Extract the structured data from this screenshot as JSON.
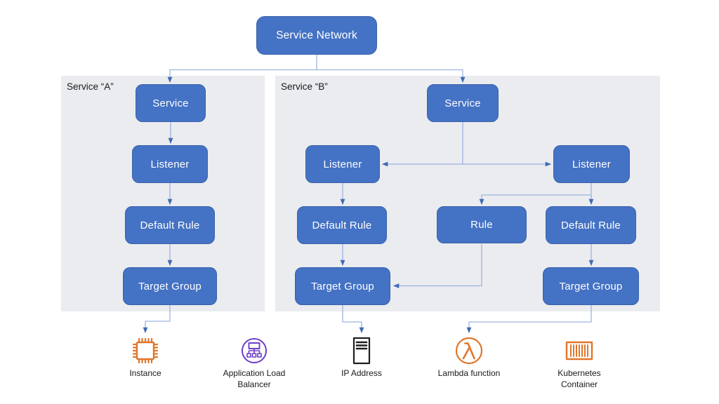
{
  "root": {
    "label": "Service Network"
  },
  "panel_a": {
    "label": "Service “A”",
    "nodes": {
      "service": "Service",
      "listener": "Listener",
      "default_rule": "Default Rule",
      "target_group": "Target Group"
    }
  },
  "panel_b": {
    "label": "Service “B”",
    "nodes": {
      "service": "Service",
      "listener_left": "Listener",
      "listener_right": "Listener",
      "default_rule_left": "Default Rule",
      "rule": "Rule",
      "default_rule_right": "Default Rule",
      "target_group_left": "Target Group",
      "target_group_right": "Target Group"
    }
  },
  "targets": {
    "instance": {
      "icon": "ec2-instance-icon",
      "label": "Instance"
    },
    "alb": {
      "icon": "application-load-balancer-icon",
      "label": "Application Load Balancer"
    },
    "ip_address": {
      "icon": "ip-address-icon",
      "label": "IP Address"
    },
    "lambda": {
      "icon": "lambda-function-icon",
      "label": "Lambda function"
    },
    "kubernetes": {
      "icon": "kubernetes-container-icon",
      "label": "Kubernetes Container"
    }
  },
  "colors": {
    "node_fill": "#4472C4",
    "node_border": "#3A62AA",
    "node_text": "#FFFFFF",
    "panel_fill": "#EBECF0",
    "connector": "#9DB3DF",
    "arrowhead": "#3E6BB5",
    "aws_orange": "#E0762A",
    "alb_purple": "#6E3EC8",
    "ip_black": "#1F1F1F",
    "label_text": "#1A1A1A"
  }
}
